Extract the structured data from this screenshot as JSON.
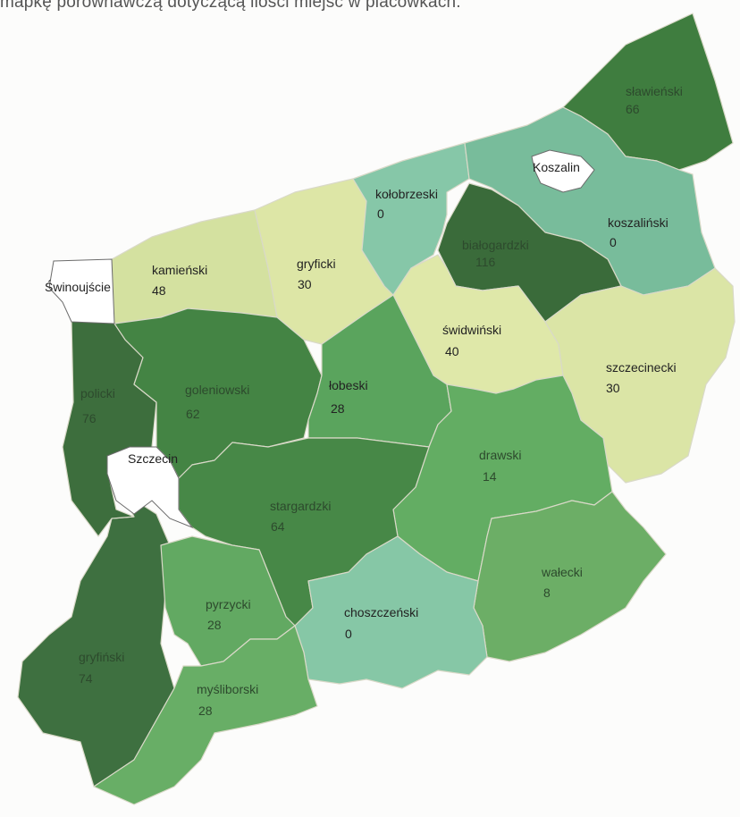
{
  "caption": "mapkę porównawczą dotyczącą ilości miejsc w placówkach.",
  "cities": {
    "swinoujscie": "Świnoujście",
    "szczecin": "Szczecin",
    "koszalin": "Koszalin"
  },
  "regions": {
    "slawienski": {
      "name": "sławieński",
      "value": "66",
      "color": "#3f7d3f"
    },
    "koszalinski": {
      "name": "koszaliński",
      "value": "0",
      "color": "#78bc9b"
    },
    "kolobrzeski": {
      "name": "kołobrzeski",
      "value": "0",
      "color": "#86c7a8"
    },
    "bialogardzki": {
      "name": "białogardzki",
      "value": "116",
      "color": "#3a6b3a"
    },
    "kamienski": {
      "name": "kamieński",
      "value": "48",
      "color": "#d4e1a0"
    },
    "gryficki": {
      "name": "gryficki",
      "value": "30",
      "color": "#dde6a6"
    },
    "swidwinski": {
      "name": "świdwiński",
      "value": "40",
      "color": "#dfe8a9"
    },
    "szczecinecki": {
      "name": "szczecinecki",
      "value": "30",
      "color": "#dbe5a6"
    },
    "policki": {
      "name": "policki",
      "value": "76",
      "color": "#3d6e3d"
    },
    "goleniowski": {
      "name": "goleniowski",
      "value": "62",
      "color": "#448444"
    },
    "lobeski": {
      "name": "łobeski",
      "value": "28",
      "color": "#5aa45d"
    },
    "drawski": {
      "name": "drawski",
      "value": "14",
      "color": "#63ad63"
    },
    "stargardzki": {
      "name": "stargardzki",
      "value": "64",
      "color": "#478847"
    },
    "walecki": {
      "name": "wałecki",
      "value": "8",
      "color": "#6cae66"
    },
    "choszczenski": {
      "name": "choszczeński",
      "value": "0",
      "color": "#86c7a6"
    },
    "pyrzycki": {
      "name": "pyrzycki",
      "value": "28",
      "color": "#62a962"
    },
    "gryfinski": {
      "name": "gryfiński",
      "value": "74",
      "color": "#3e7040"
    },
    "mysliborski": {
      "name": "myśliborski",
      "value": "28",
      "color": "#68ae66"
    }
  }
}
